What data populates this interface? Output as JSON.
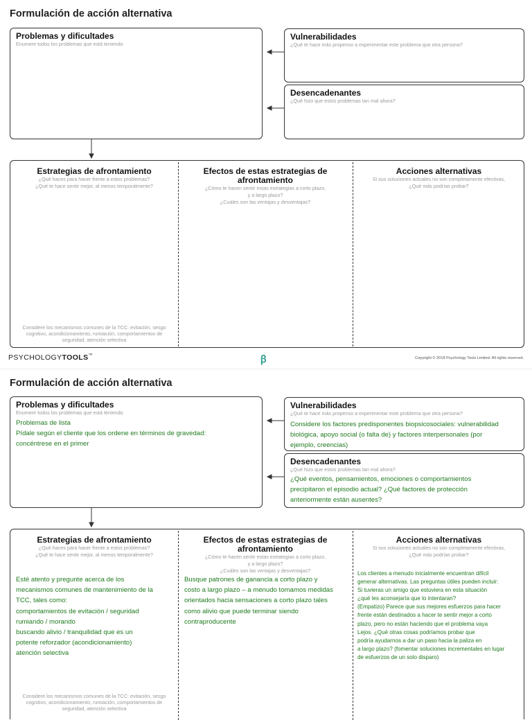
{
  "title": "Formulación de acción alternativa",
  "problems": {
    "heading": "Problemas y dificultades",
    "hint": "Enumere todos los problemas que está teniendo"
  },
  "vulnerabilities": {
    "heading": "Vulnerabilidades",
    "hint": "¿Qué te hace más propenso a experimentar este problema que otra persona?"
  },
  "triggers": {
    "heading": "Desencadenantes",
    "hint": "¿Qué hizo que estos problemas tan mal ahora?"
  },
  "coping": {
    "heading": "Estrategias de afrontamiento",
    "hint1": "¿Qué haces para hacer frente a estos problemas?",
    "hint2": "¿Qué te hace sentir mejor, al menos temporalmente?",
    "footer1": "Considere los mecanismos comunes de la TCC: evitación, sesgo",
    "footer2": "cognitivo, acondicionamiento, rumiación, comportamientos de",
    "footer3": "seguridad, atención selectiva"
  },
  "effects": {
    "heading1": "Efectos de estas estrategias de",
    "heading2": "afrontamiento",
    "hint1": "¿Cómo te hacen sentir estas estrategias a corto plazo,",
    "hint2": "y a largo plazo?",
    "hint3": "¿Cuáles son las ventajas y desventajas?"
  },
  "actions": {
    "heading": "Acciones alternativas",
    "hint1": "Si sus soluciones actuales no son completamente efectivas,",
    "hint2": "¿Qué más podrías probar?"
  },
  "branding": {
    "logo_left": "PSYCHOLOGY",
    "logo_right": "TOOLS",
    "mark": "™",
    "icon": "ꞵ",
    "copyright": "Copyright © 2018 Psychology Tools Limited. All rights reserved."
  },
  "example": {
    "problems_lines": [
      "Problemas de lista",
      "Pídale según el cliente que los ordene en términos de gravedad:",
      "concéntrese en el primer"
    ],
    "vulnerabilities_lines": [
      "Considere los factores predisponentes biopsicosociales: vulnerabilidad",
      "biológica, apoyo social (o falta de) y factores interpersonales (por",
      "ejemplo, creencias)"
    ],
    "triggers_lines": [
      "¿Qué eventos, pensamientos, emociones o comportamientos",
      "precipitaron el episodio actual? ¿Qué factores de protección",
      "anteriormente están ausentes?"
    ],
    "coping_lines": [
      "Esté atento y pregunte acerca de los",
      "mecanismos comunes de mantenimiento de la",
      "TCC, tales como:",
      "comportamientos de evitación / seguridad",
      "rumiando / morando",
      "buscando alivio / tranquilidad que es un",
      "potente reforzador (acondicionamiento)",
      "atención selectiva"
    ],
    "effects_lines": [
      "Busque patrones de ganancia a corto plazo y",
      "costo a largo plazo – a menudo tomamos medidas",
      "orientados hacia sensaciones a corto plazo tales",
      "como alivio que puede terminar siendo",
      "contraproducente"
    ],
    "actions_lines": [
      "Los clientes a menudo inicialmente encuentran difícil",
      "generar alternativas. Las preguntas útiles pueden incluir:",
      "Si tuvieras un amigo que estuviera en esta situación",
      "¿qué les aconsejaría que lo intentaran?",
      "(Empatizo) Parece que sus mejores esfuerzos para hacer",
      "frente están destinados a hacer te sentir mejor a corto",
      "plazo, pero no están haciendo que el problema vaya",
      "Lejos. ¿Qué otras cosas podríamos probar que",
      "podría ayudarnos a dar un paso hacia la paliza en",
      "a largo plazo? (fomentar soluciones incrementales en lugar",
      "de esfuerzos de un solo disparo)"
    ]
  }
}
